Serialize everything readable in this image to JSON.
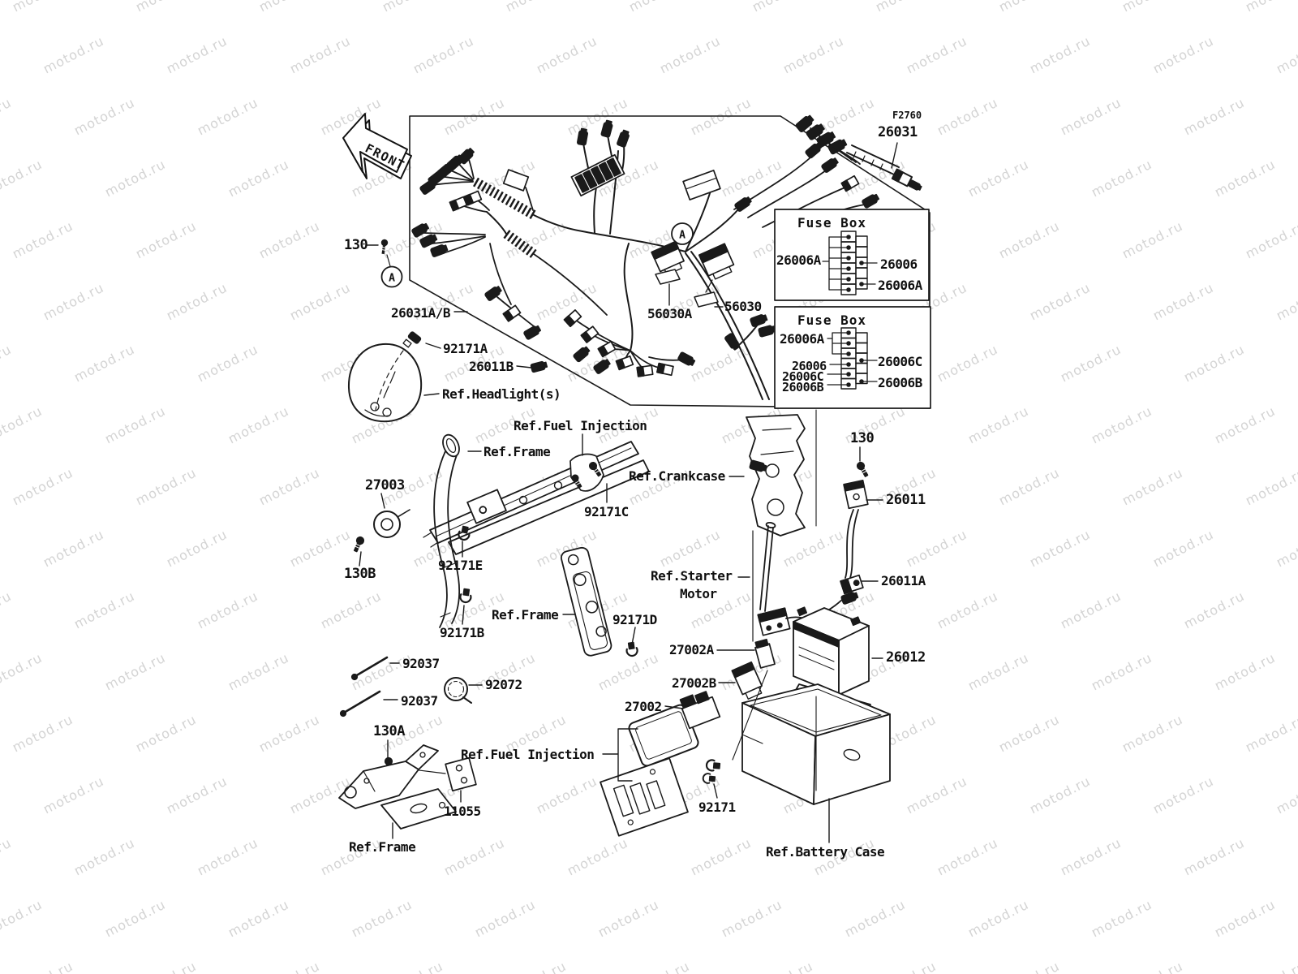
{
  "watermark": {
    "text": "motod.ru"
  },
  "colors": {
    "background": "#ffffff",
    "line": "#1a1a1a",
    "label": "#101010",
    "watermark": "#d4d4d4"
  },
  "diagram": {
    "code": "F2760",
    "front_label": "FRONT",
    "detail_marker": "A",
    "callouts": [
      {
        "id": "130-left",
        "text": "130"
      },
      {
        "id": "26031A-B",
        "text": "26031A/B"
      },
      {
        "id": "92171A",
        "text": "92171A"
      },
      {
        "id": "26011B",
        "text": "26011B"
      },
      {
        "id": "ref-headlight",
        "text": "Ref.Headlight(s)"
      },
      {
        "id": "26031",
        "text": "26031"
      },
      {
        "id": "fuse-box-1-title",
        "text": "Fuse Box"
      },
      {
        "id": "fb1-26006A-left",
        "text": "26006A"
      },
      {
        "id": "fb1-26006-right",
        "text": "26006"
      },
      {
        "id": "fb1-26006A-right",
        "text": "26006A"
      },
      {
        "id": "fuse-box-2-title",
        "text": "Fuse Box"
      },
      {
        "id": "fb2-26006A-left",
        "text": "26006A"
      },
      {
        "id": "fb2-26006C-right",
        "text": "26006C"
      },
      {
        "id": "fb2-26006-left",
        "text": "26006"
      },
      {
        "id": "fb2-26006C-left",
        "text": "26006C"
      },
      {
        "id": "fb2-26006B-right",
        "text": "26006B"
      },
      {
        "id": "fb2-26006B-left",
        "text": "26006B"
      },
      {
        "id": "56030A",
        "text": "56030A"
      },
      {
        "id": "56030",
        "text": "56030"
      },
      {
        "id": "ref-fuel-injection-top",
        "text": "Ref.Fuel Injection"
      },
      {
        "id": "ref-frame-top",
        "text": "Ref.Frame"
      },
      {
        "id": "ref-crankcase",
        "text": "Ref.Crankcase"
      },
      {
        "id": "130-right",
        "text": "130"
      },
      {
        "id": "26011",
        "text": "26011"
      },
      {
        "id": "27003",
        "text": "27003"
      },
      {
        "id": "92171C",
        "text": "92171C"
      },
      {
        "id": "130B",
        "text": "130B"
      },
      {
        "id": "92171E",
        "text": "92171E"
      },
      {
        "id": "92171B",
        "text": "92171B"
      },
      {
        "id": "ref-frame-mid",
        "text": "Ref.Frame"
      },
      {
        "id": "92171D",
        "text": "92171D"
      },
      {
        "id": "ref-starter-line1",
        "text": "Ref.Starter"
      },
      {
        "id": "ref-starter-line2",
        "text": "Motor"
      },
      {
        "id": "26011A",
        "text": "26011A"
      },
      {
        "id": "26012",
        "text": "26012"
      },
      {
        "id": "27002A",
        "text": "27002A"
      },
      {
        "id": "27002B",
        "text": "27002B"
      },
      {
        "id": "27002",
        "text": "27002"
      },
      {
        "id": "92037-upper",
        "text": "92037"
      },
      {
        "id": "92072",
        "text": "92072"
      },
      {
        "id": "92037-lower",
        "text": "92037"
      },
      {
        "id": "130A",
        "text": "130A"
      },
      {
        "id": "ref-fuel-injection-bottom",
        "text": "Ref.Fuel Injection"
      },
      {
        "id": "11055",
        "text": "11055"
      },
      {
        "id": "ref-frame-bottom",
        "text": "Ref.Frame"
      },
      {
        "id": "92171",
        "text": "92171"
      },
      {
        "id": "ref-battery-case",
        "text": "Ref.Battery Case"
      }
    ]
  }
}
